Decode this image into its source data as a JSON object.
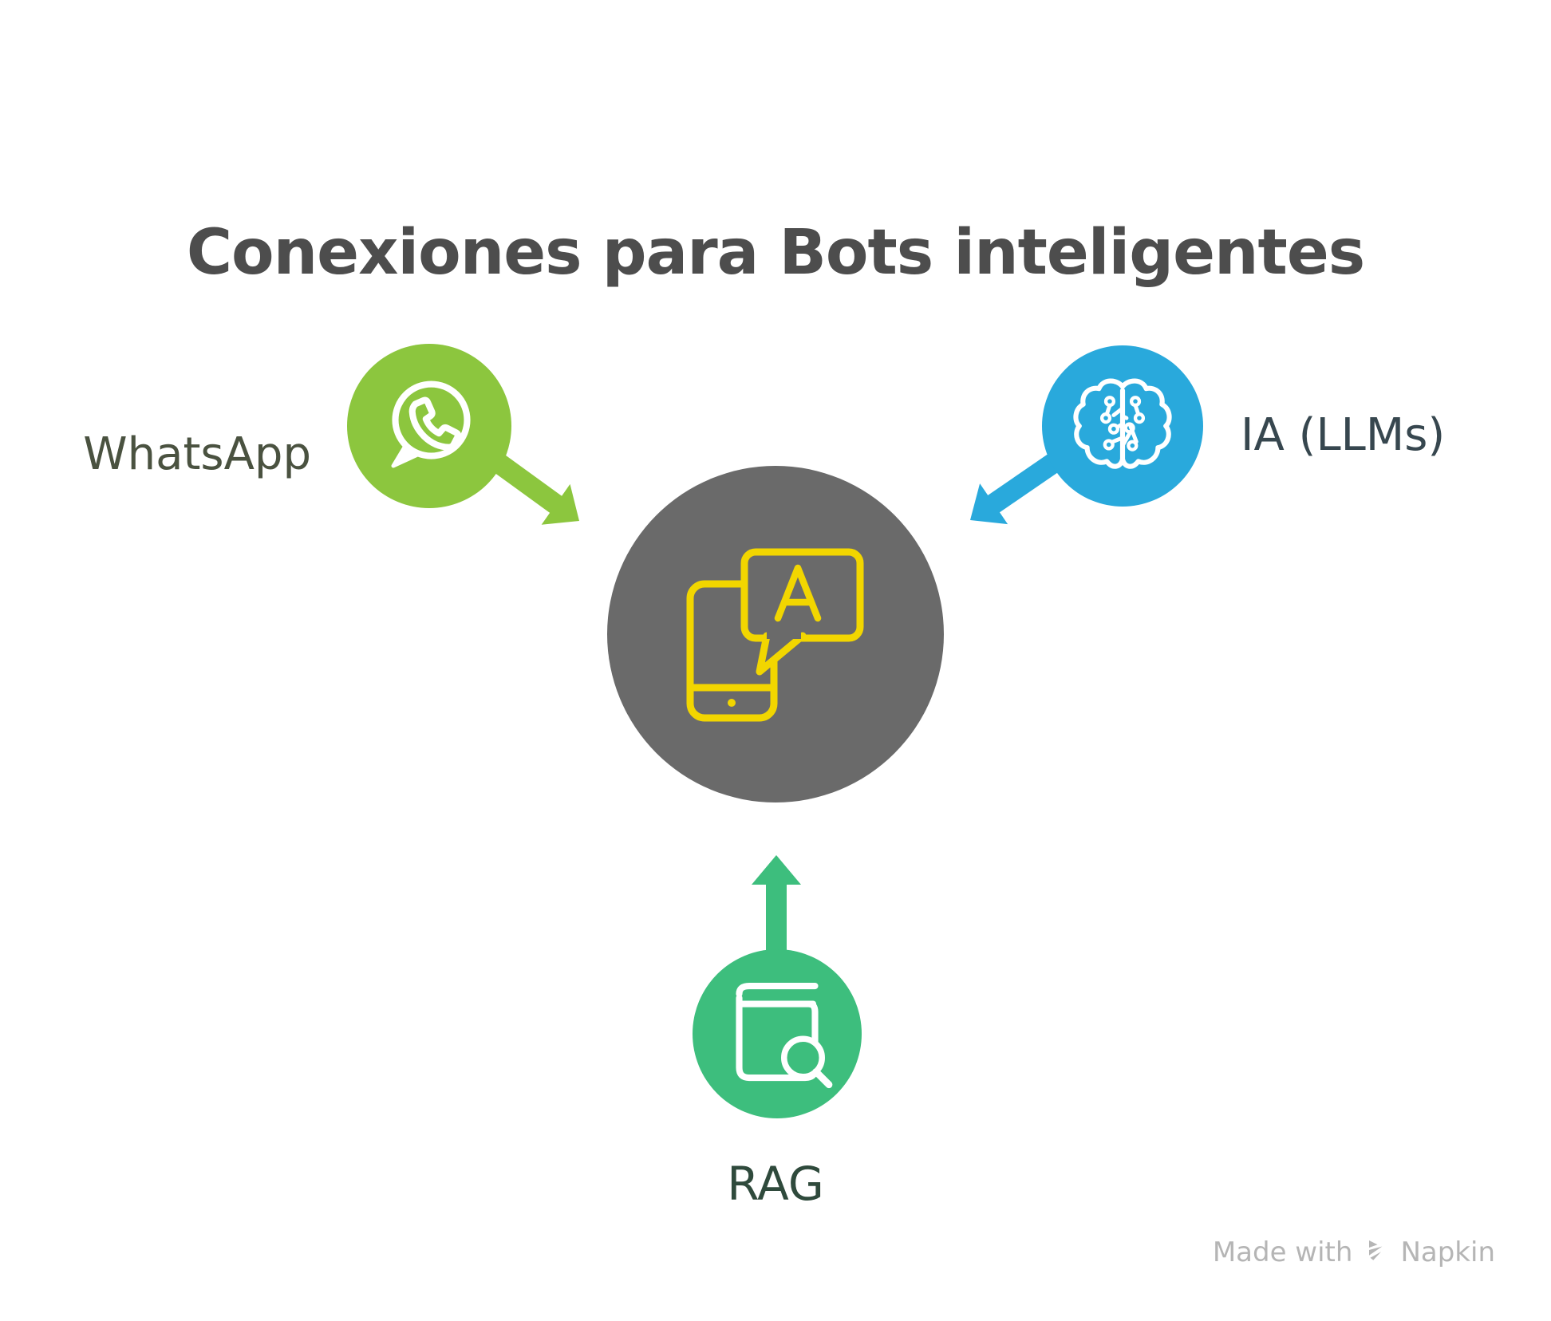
{
  "title": "Conexiones para Bots inteligentes",
  "diagram": {
    "center": {
      "id": "bot",
      "icon": "chatbot-phone-icon",
      "color": "#6A6A6A",
      "icon_color": "#F2D600"
    },
    "nodes": [
      {
        "id": "whatsapp",
        "label": "WhatsApp",
        "icon": "whatsapp-icon",
        "color": "#8CC63E",
        "label_color": "#4A5240",
        "position": "left",
        "arrow": "points from WhatsApp node toward center bot"
      },
      {
        "id": "ia",
        "label": "IA (LLMs)",
        "icon": "brain-circuit-icon",
        "color": "#29A9DC",
        "label_color": "#37474F",
        "position": "right",
        "arrow": "points from IA node toward center bot"
      },
      {
        "id": "rag",
        "label": "RAG",
        "icon": "book-search-icon",
        "color": "#3DBE7D",
        "label_color": "#2F4A3C",
        "position": "bottom",
        "arrow": "points from RAG node up toward center bot"
      }
    ],
    "edges": [
      {
        "from": "whatsapp",
        "to": "bot"
      },
      {
        "from": "ia",
        "to": "bot"
      },
      {
        "from": "rag",
        "to": "bot"
      }
    ]
  },
  "watermark": {
    "prefix": "Made with",
    "brand": "Napkin",
    "logo": "napkin-logo-icon",
    "color": "#B5B5B5"
  }
}
